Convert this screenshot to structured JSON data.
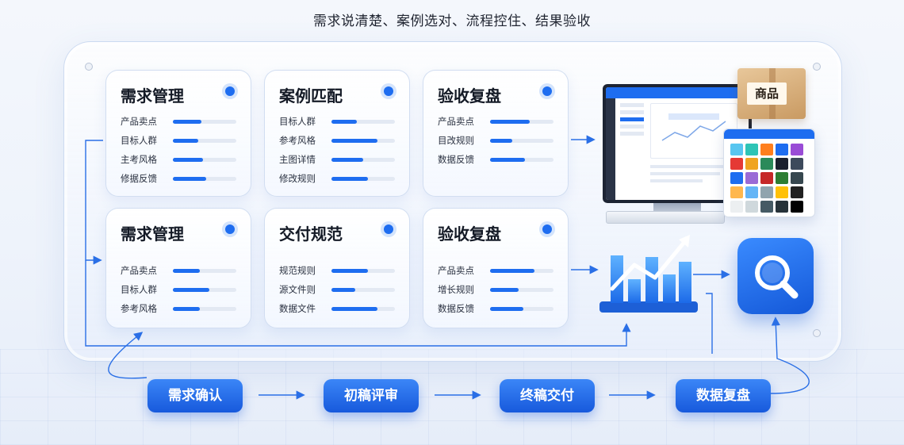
{
  "headline": "需求说清楚、案例选对、流程控住、结果验收",
  "colors": {
    "accent": "#1e6df0",
    "button": "#1759dc",
    "track": "#e3e9f3"
  },
  "cards": [
    {
      "title": "需求管理",
      "rows": [
        {
          "label": "产品卖点",
          "level": 0.45
        },
        {
          "label": "目标人群",
          "level": 0.4
        },
        {
          "label": "主考风格",
          "level": 0.48
        },
        {
          "label": "修据反馈",
          "level": 0.52
        }
      ]
    },
    {
      "title": "案例匹配",
      "rows": [
        {
          "label": "目标人群",
          "level": 0.4
        },
        {
          "label": "参考风格",
          "level": 0.72
        },
        {
          "label": "主图详情",
          "level": 0.5
        },
        {
          "label": "修改规则",
          "level": 0.58
        }
      ]
    },
    {
      "title": "验收复盘",
      "rows": [
        {
          "label": "产品卖点",
          "level": 0.62
        },
        {
          "label": "目改规则",
          "level": 0.35
        },
        {
          "label": "数据反馈",
          "level": 0.55
        }
      ]
    },
    {
      "title": "需求管理",
      "rows": [
        {
          "label": "产品卖点",
          "level": 0.42
        },
        {
          "label": "目标人群",
          "level": 0.58
        },
        {
          "label": "参考风格",
          "level": 0.42
        }
      ]
    },
    {
      "title": "交付规范",
      "rows": [
        {
          "label": "规范规则",
          "level": 0.58
        },
        {
          "label": "源文件则",
          "level": 0.38
        },
        {
          "label": "数据文件",
          "level": 0.72
        }
      ]
    },
    {
      "title": "验收复盘",
      "rows": [
        {
          "label": "产品卖点",
          "level": 0.7
        },
        {
          "label": "增长规则",
          "level": 0.45
        },
        {
          "label": "数据反馈",
          "level": 0.52
        }
      ]
    }
  ],
  "steps": [
    "需求确认",
    "初稿评审",
    "终稿交付",
    "数据复盘"
  ],
  "box_label": "商品",
  "icons": [
    "monitor-icon",
    "color-palette-icon",
    "product-box-icon",
    "growth-chart-icon",
    "search-icon",
    "arrow-right-icon"
  ],
  "palette_colors": [
    "#58c6f0",
    "#2ec4b6",
    "#ff7f1e",
    "#1e6df0",
    "#9a4cd6",
    "#e53935",
    "#f0a420",
    "#2b8a5a",
    "#1a1f2e",
    "#3d4a5c",
    "#1e6df0",
    "#9a6ad6",
    "#c62828",
    "#2e7d32",
    "#37474f",
    "#ffb74d",
    "#64b5f6",
    "#90a4ae",
    "#ffc107",
    "#212121",
    "#eceff1",
    "#cfd8dc",
    "#455a64",
    "#263238",
    "#000000"
  ]
}
